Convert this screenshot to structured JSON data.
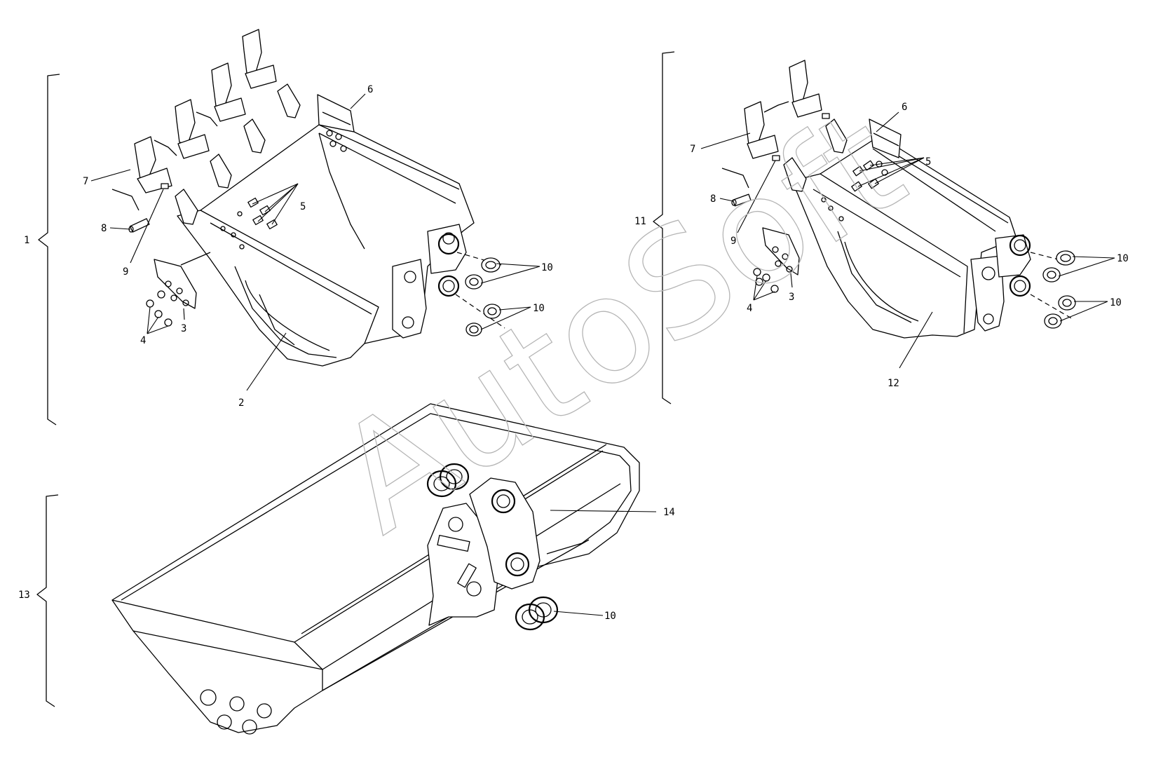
{
  "watermark": "AutoSoft",
  "groups": {
    "bucket_with_teeth": {
      "ref": "1"
    },
    "bucket_with_teeth_alt": {
      "ref": "11"
    },
    "ditch_bucket": {
      "ref": "13"
    }
  },
  "callouts": {
    "a2": "2",
    "a3": "3",
    "a4": "4",
    "a5": "5",
    "a6": "6",
    "a7": "7",
    "a8": "8",
    "a9": "9",
    "a10_upper": "10",
    "a10_lower": "10",
    "b3": "3",
    "b4": "4",
    "b5": "5",
    "b6": "6",
    "b7": "7",
    "b8": "8",
    "b9": "9",
    "b10_upper": "10",
    "b10_lower": "10",
    "b12": "12",
    "c10": "10",
    "c14": "14"
  }
}
